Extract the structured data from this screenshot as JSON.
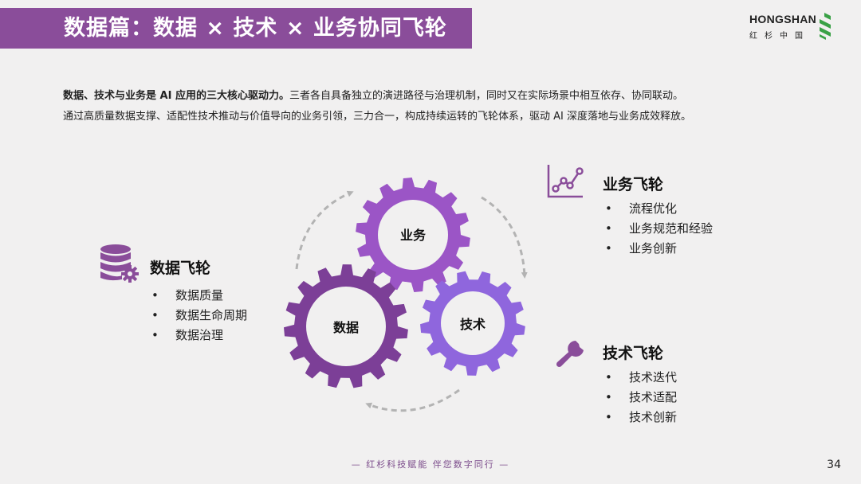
{
  "header": {
    "title": "数据篇：数据 × 技术 × 业务协同飞轮",
    "logo_name": "HONGSHAN",
    "logo_sub": "红杉中国"
  },
  "intro": {
    "bold": "数据、技术与业务是 AI 应用的三大核心驱动力。",
    "line1_rest": "三者各自具备独立的演进路径与治理机制，同时又在实际场景中相互依存、协同联动。",
    "line2": "通过高质量数据支撑、适配性技术推动与价值导向的业务引领，三力合一，构成持续运转的飞轮体系，驱动 AI 深度落地与业务成效释放。"
  },
  "gears": {
    "business": "业务",
    "data": "数据",
    "tech": "技术"
  },
  "data_flywheel": {
    "icon": "database-gear-icon",
    "title": "数据飞轮",
    "items": [
      "数据质量",
      "数据生命周期",
      "数据治理"
    ]
  },
  "business_flywheel": {
    "icon": "line-chart-icon",
    "title": "业务飞轮",
    "items": [
      "流程优化",
      "业务规范和经验",
      "业务创新"
    ]
  },
  "tech_flywheel": {
    "icon": "wrench-icon",
    "title": "技术飞轮",
    "items": [
      "技术迭代",
      "技术适配",
      "技术创新"
    ]
  },
  "footer": {
    "slogan": "— 红杉科技赋能    伴您数字同行 —",
    "page": "34"
  },
  "colors": {
    "title_bar": "#8a4d9a",
    "gear_business": "#9b55c6",
    "gear_data": "#7c3f97",
    "gear_tech": "#8f66dd",
    "arrow": "#b3b3b3",
    "logo_green": "#3aa146"
  }
}
